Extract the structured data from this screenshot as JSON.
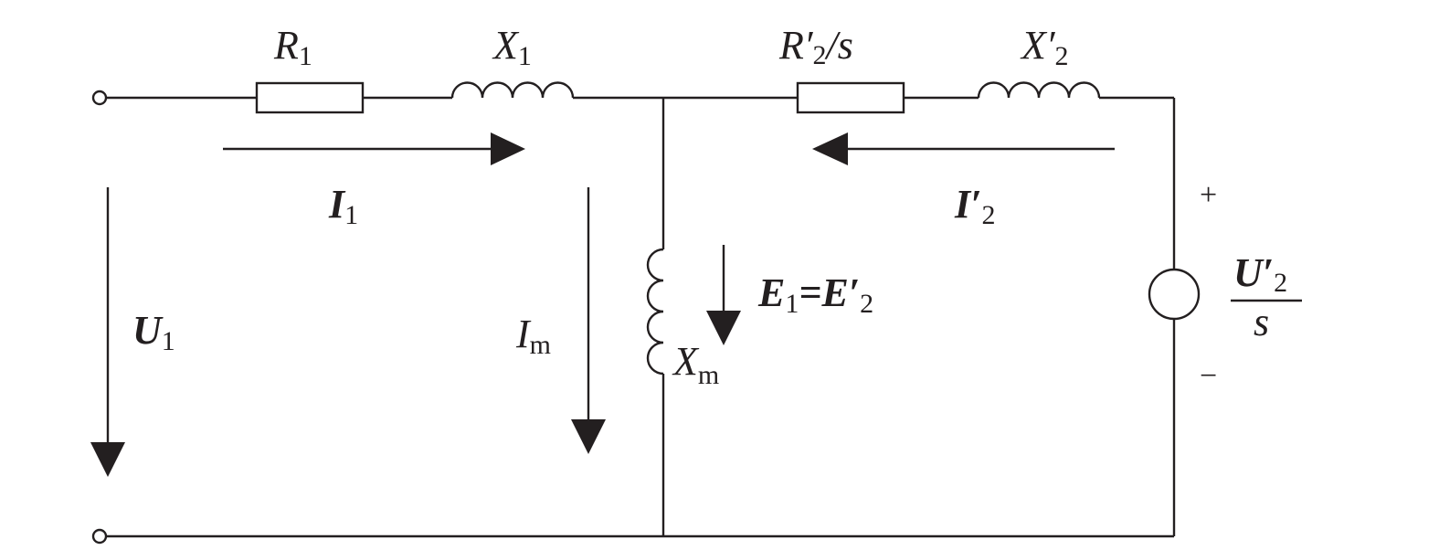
{
  "diagram": {
    "labels": {
      "r1": {
        "main": "R",
        "sub": "1"
      },
      "x1": {
        "main": "X",
        "sub": "1"
      },
      "r2s": {
        "main": "R′",
        "sub": "2",
        "tail": "/s"
      },
      "x2": {
        "main": "X′",
        "sub": "2"
      },
      "i1": {
        "main": "I",
        "sub": "1"
      },
      "i2": {
        "main": "I′",
        "sub": "2"
      },
      "u1": {
        "main": "U",
        "sub": "1"
      },
      "im": {
        "main": "I",
        "sub": "m"
      },
      "xm": {
        "main": "X",
        "sub": "m"
      },
      "e": {
        "a": "E",
        "asub": "1",
        "eq": "=",
        "b": "E′",
        "bsub": "2"
      },
      "u2": {
        "num": "U′",
        "numsub": "2",
        "den": "s"
      },
      "plus": "+",
      "minus": "−"
    }
  }
}
